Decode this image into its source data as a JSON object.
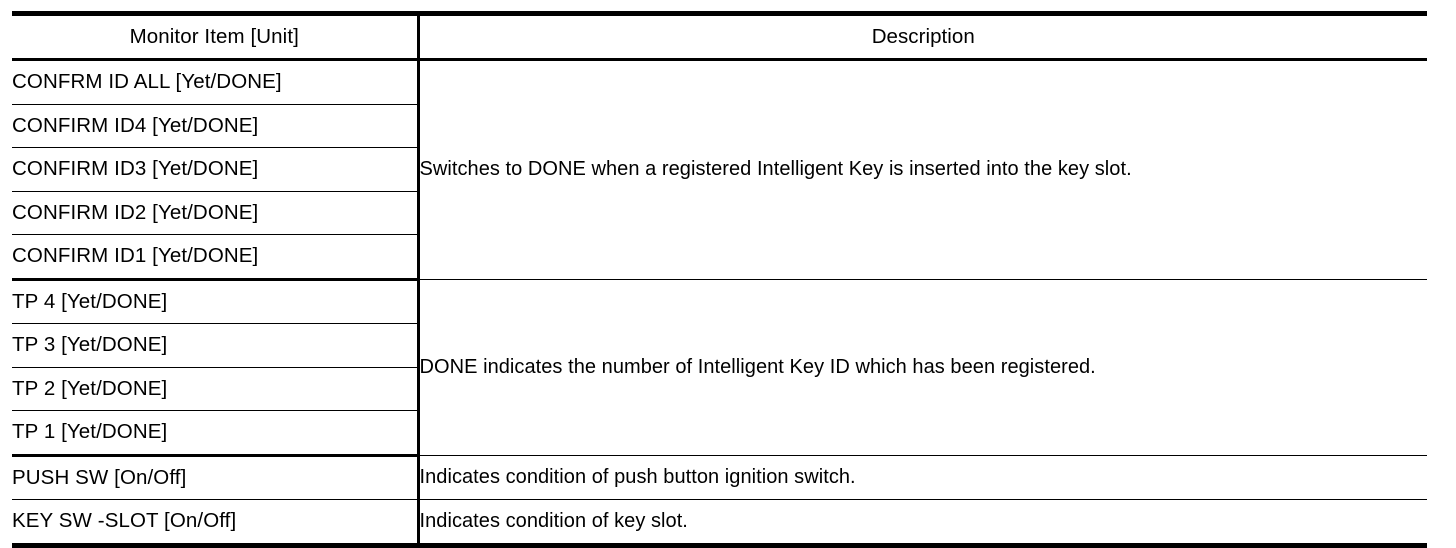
{
  "table": {
    "headers": {
      "item": "Monitor Item [Unit]",
      "description": "Description"
    },
    "groups": [
      {
        "description": "Switches to DONE when a registered Intelligent Key is inserted into the key slot.",
        "items": [
          "CONFRM ID ALL [Yet/DONE]",
          "CONFIRM ID4 [Yet/DONE]",
          "CONFIRM ID3 [Yet/DONE]",
          "CONFIRM ID2 [Yet/DONE]",
          "CONFIRM ID1 [Yet/DONE]"
        ]
      },
      {
        "description": "DONE indicates the number of Intelligent Key ID which has been registered.",
        "items": [
          "TP 4 [Yet/DONE]",
          "TP 3 [Yet/DONE]",
          "TP 2 [Yet/DONE]",
          "TP 1 [Yet/DONE]"
        ]
      },
      {
        "description": "Indicates condition of push button ignition switch.",
        "items": [
          "PUSH SW [On/Off]"
        ]
      },
      {
        "description": "Indicates condition of key slot.",
        "items": [
          "KEY SW -SLOT [On/Off]"
        ]
      }
    ]
  }
}
